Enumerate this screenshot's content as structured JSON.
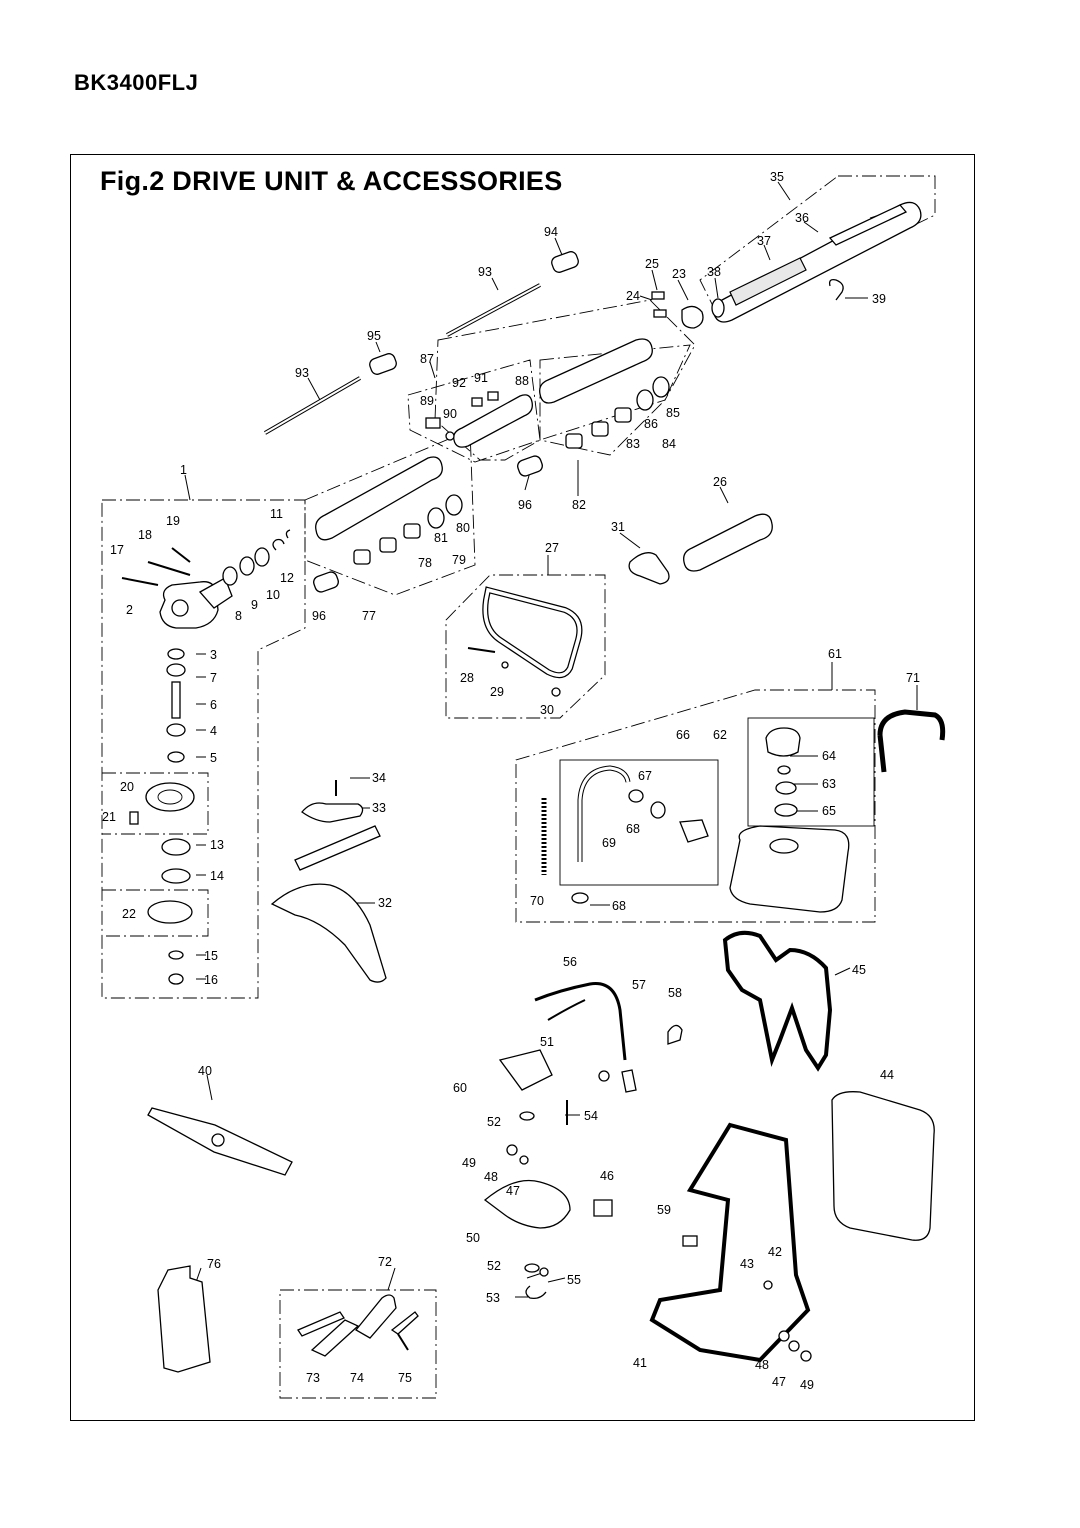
{
  "model": "BK3400FLJ",
  "figure_title": "Fig.2  DRIVE UNIT & ACCESSORIES",
  "part_labels": [
    "1",
    "2",
    "3",
    "4",
    "5",
    "6",
    "7",
    "8",
    "9",
    "10",
    "11",
    "12",
    "13",
    "14",
    "15",
    "16",
    "17",
    "18",
    "19",
    "20",
    "21",
    "22",
    "23",
    "24",
    "25",
    "26",
    "27",
    "28",
    "29",
    "30",
    "31",
    "32",
    "33",
    "34",
    "35",
    "36",
    "37",
    "38",
    "39",
    "40",
    "41",
    "42",
    "43",
    "44",
    "45",
    "46",
    "47",
    "48",
    "49",
    "50",
    "51",
    "52",
    "53",
    "54",
    "55",
    "56",
    "57",
    "58",
    "59",
    "60",
    "61",
    "62",
    "63",
    "64",
    "65",
    "66",
    "67",
    "68",
    "69",
    "70",
    "71",
    "72",
    "73",
    "74",
    "75",
    "76",
    "77",
    "78",
    "79",
    "80",
    "81",
    "82",
    "83",
    "84",
    "85",
    "86",
    "87",
    "88",
    "89",
    "90",
    "91",
    "92",
    "93",
    "94",
    "95",
    "96"
  ]
}
